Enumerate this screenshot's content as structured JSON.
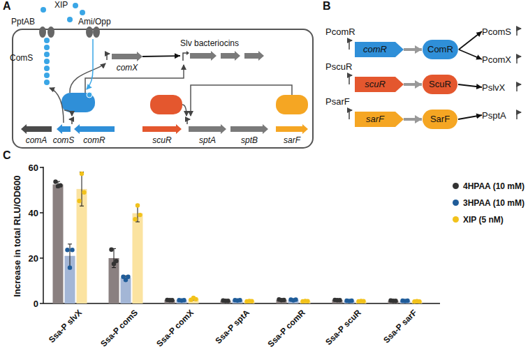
{
  "diagram": {
    "nodes": [
      {
        "text": [
          "comX"
        ]
      },
      {
        "text": [
          "Slv bacteriocins"
        ]
      },
      {
        "text": [
          "comA"
        ]
      },
      {
        "text": [
          "comS"
        ]
      },
      {
        "text": [
          "comR"
        ]
      },
      {
        "text": [
          "scuR"
        ]
      },
      {
        "text": [
          "sptA"
        ]
      },
      {
        "text": [
          "sptB"
        ]
      },
      {
        "text": [
          "sarF"
        ]
      },
      {
        "text": [
          "PcomR"
        ]
      },
      {
        "text": [
          "comR"
        ]
      },
      {
        "text": [
          "ComR"
        ]
      },
      {
        "text": [
          "PcomS"
        ]
      },
      {
        "text": [
          "PcomX"
        ]
      },
      {
        "text": [
          "PscuR"
        ]
      },
      {
        "text": [
          "scuR"
        ]
      },
      {
        "text": [
          "ScuR"
        ]
      },
      {
        "text": [
          "PslvX"
        ]
      },
      {
        "text": [
          "PsarF"
        ]
      },
      {
        "text": [
          "sarF"
        ]
      },
      {
        "text": [
          "SarF"
        ]
      },
      {
        "text": [
          "PsptA"
        ]
      }
    ],
    "edges": [
      {
        "from": 0,
        "to": 1,
        "arrow": "to"
      },
      {
        "from": 10,
        "to": 11,
        "arrow": "to"
      },
      {
        "from": 11,
        "to": 12,
        "arrow": "to"
      },
      {
        "from": 11,
        "to": 13,
        "arrow": "to"
      },
      {
        "from": 15,
        "to": 16,
        "arrow": "to"
      },
      {
        "from": 16,
        "to": 17,
        "arrow": "to"
      },
      {
        "from": 19,
        "to": 20,
        "arrow": "to"
      },
      {
        "from": 20,
        "to": 21,
        "arrow": "to"
      }
    ],
    "labels": [
      "A",
      "XIP",
      "PptAB",
      "Ami/Opp",
      "ComS",
      "B",
      "C",
      "60",
      "40",
      "20",
      "0",
      "Increase in total RLU/OD600",
      "Ssa-P slvX",
      "Ssa-P comS",
      "Ssa-P comX",
      "Ssa-P sptA",
      "Ssa-P comR",
      "Ssa-P scuR",
      "Ssa-P sarF"
    ],
    "legend": [
      {
        "text": "4HPAA (10 mM)",
        "color": "#333333"
      },
      {
        "text": "3HPAA (10 mM)",
        "color": "#1f5c99"
      },
      {
        "text": "XIP (5 nM)",
        "color": "#f2c21b"
      }
    ]
  }
}
